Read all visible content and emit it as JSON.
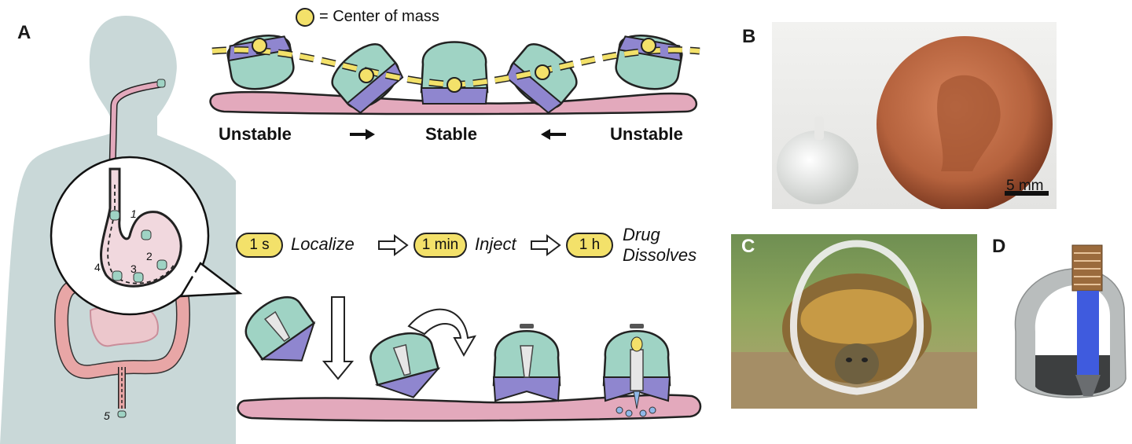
{
  "panels": {
    "a": "A",
    "b": "B",
    "c": "C",
    "d": "D"
  },
  "legend": {
    "center_of_mass": "= Center of mass"
  },
  "stability": {
    "left": "Unstable",
    "middle": "Stable",
    "right": "Unstable"
  },
  "timeline": [
    {
      "time": "1 s",
      "label": "Localize"
    },
    {
      "time": "1 min",
      "label": "Inject"
    },
    {
      "time": "1 h",
      "label_line1": "Drug",
      "label_line2": "Dissolves"
    }
  ],
  "gi_markers": [
    "1",
    "2",
    "3",
    "4",
    "5"
  ],
  "scale_bar": "5 mm",
  "colors": {
    "body_silhouette": "#c9d8d8",
    "capsule_body": "#9fd3c4",
    "capsule_weight": "#8f86cf",
    "tissue": "#e3a9bc",
    "center_of_mass": "#f3e16a",
    "penny": "#b5623d"
  },
  "icons": [
    "arrow-right-icon",
    "arrow-left-icon",
    "hollow-arrow-right-icon",
    "hollow-arrow-down-icon",
    "curved-arrow-icon"
  ]
}
